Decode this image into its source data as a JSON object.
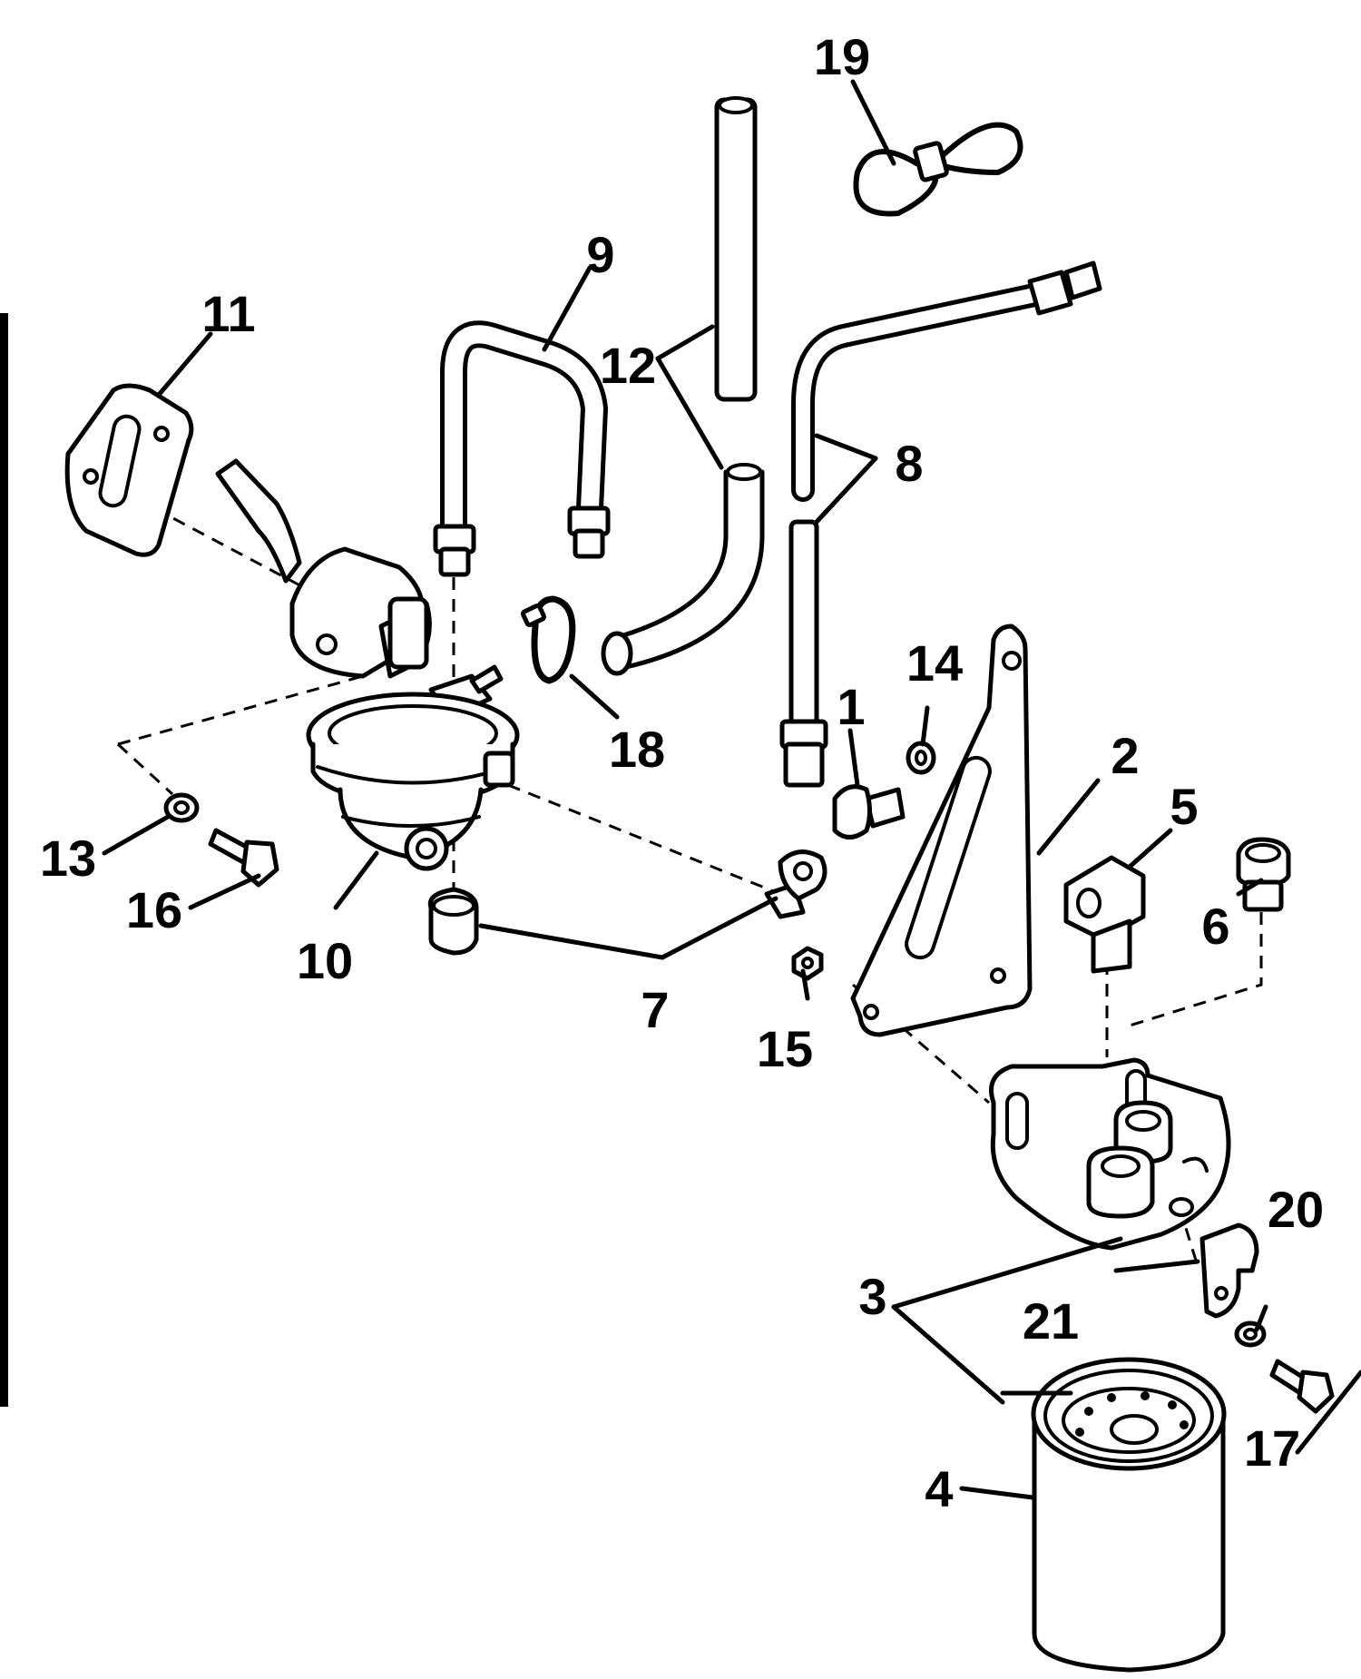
{
  "callouts": {
    "c1": "1",
    "c2": "2",
    "c3": "3",
    "c4": "4",
    "c5": "5",
    "c6": "6",
    "c7": "7",
    "c8": "8",
    "c9": "9",
    "c10": "10",
    "c11": "11",
    "c12": "12",
    "c13": "13",
    "c14": "14",
    "c15": "15",
    "c16": "16",
    "c17": "17",
    "c18": "18",
    "c19": "19",
    "c20": "20",
    "c21": "21"
  },
  "colors": {
    "ink": "#000000",
    "paper": "#ffffff"
  }
}
